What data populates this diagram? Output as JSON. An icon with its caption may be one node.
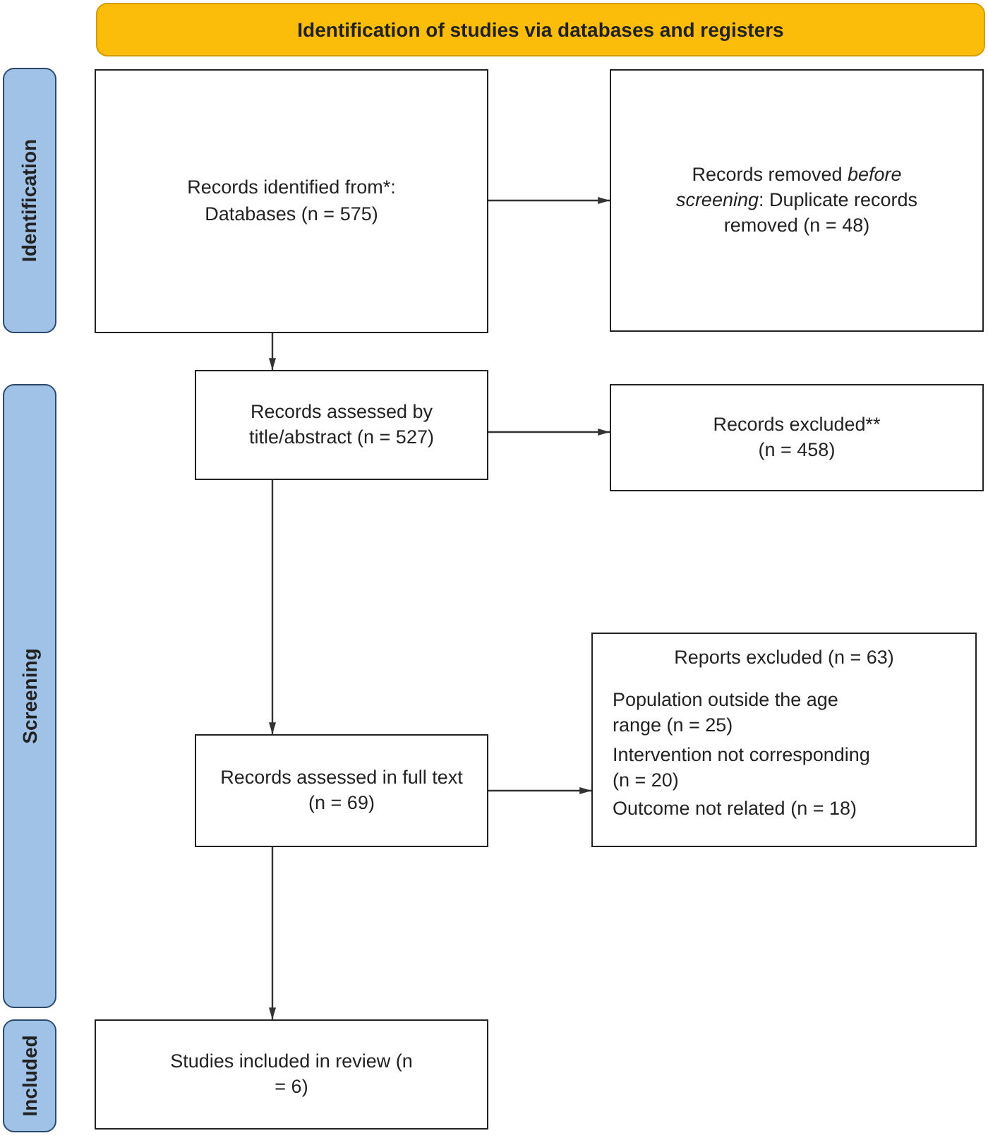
{
  "diagram": {
    "nodes": [
      {
        "text": [
          "Identification of studies via databases and registers"
        ]
      },
      {
        "text": [
          "Identification"
        ]
      },
      {
        "text": [
          "Records identified from*: Databases (n = 575)"
        ]
      },
      {
        "text": [
          "Records removed *before screening*: Duplicate records removed (n = 48)"
        ]
      },
      {
        "text": [
          "Screening"
        ]
      },
      {
        "text": [
          "Records assessed by title/abstract (n = 527)"
        ]
      },
      {
        "text": [
          "Records excluded** (n = 458)"
        ]
      },
      {
        "text": [
          "Records assessed in full text (n = 69)"
        ]
      },
      {
        "text": [
          "Reports excluded (n = 63)",
          "Population outside the age range (n = 25)",
          "Intervention not corresponding (n = 20)",
          "Outcome not related (n = 18)"
        ]
      },
      {
        "text": [
          "Included"
        ]
      },
      {
        "text": [
          "Studies included in review (n = 6)"
        ]
      }
    ],
    "edges": [
      {
        "from": 2,
        "to": 3,
        "arrow": "to"
      },
      {
        "from": 2,
        "to": 5,
        "arrow": "to"
      },
      {
        "from": 5,
        "to": 6,
        "arrow": "to"
      },
      {
        "from": 5,
        "to": 7,
        "arrow": "to"
      },
      {
        "from": 7,
        "to": 8,
        "arrow": "to"
      },
      {
        "from": 7,
        "to": 10,
        "arrow": "to"
      }
    ]
  }
}
